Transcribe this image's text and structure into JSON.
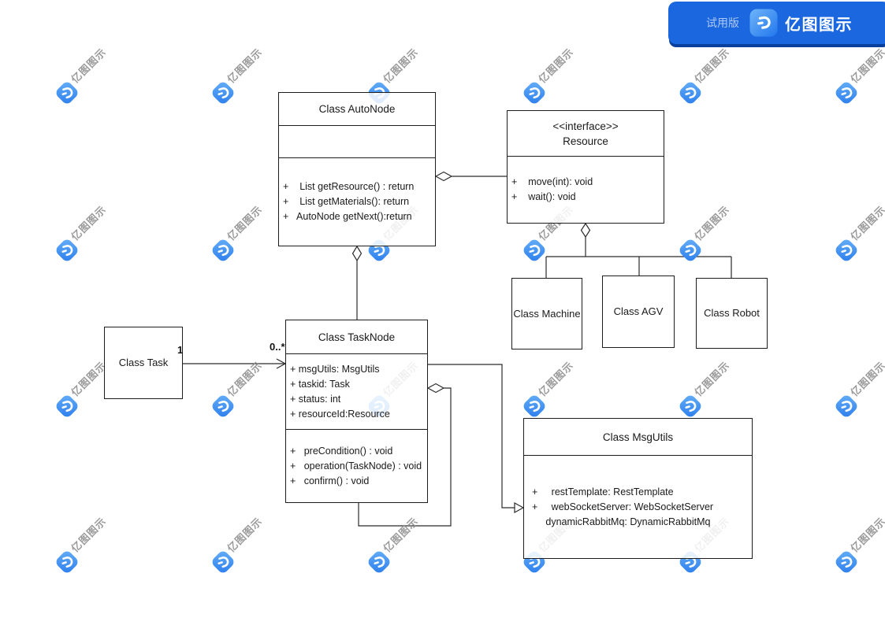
{
  "app": {
    "trial_badge": "试用版",
    "brand_name": "亿图图示"
  },
  "watermark": {
    "text": "亿图图示"
  },
  "diagram": {
    "classes": {
      "autonode": {
        "title": "Class AutoNode",
        "attributes": [],
        "methods": [
          "+    List getResource() : return",
          "+    List getMaterials(): return",
          "+   AutoNode getNext():return"
        ]
      },
      "resource": {
        "stereotype": "<<interface>>",
        "title": "Resource",
        "methods": [
          "+    move(int): void",
          "+    wait(): void"
        ]
      },
      "machine": {
        "title": "Class Machine"
      },
      "agv": {
        "title": "Class AGV"
      },
      "robot": {
        "title": "Class Robot"
      },
      "task": {
        "title": "Class Task"
      },
      "tasknode": {
        "title": "Class TaskNode",
        "attributes": [
          "+ msgUtils: MsgUtils",
          "+ taskid: Task",
          "+ status: int",
          "+ resourceId:Resource"
        ],
        "methods": [
          "+   preCondition() : void",
          "+   operation(TaskNode) : void",
          "+   confirm() : void"
        ]
      },
      "msgutils": {
        "title": "Class MsgUtils",
        "attributes": [
          "+     restTemplate: RestTemplate",
          "+     webSocketServer: WebSocketServer",
          "     dynamicRabbitMq: DynamicRabbitMq"
        ]
      }
    },
    "labels": {
      "task_end": "1",
      "tasknode_end": "0..*"
    },
    "relations": [
      {
        "type": "aggregation",
        "from": "Class AutoNode",
        "to": "Resource"
      },
      {
        "type": "aggregation",
        "from": "Class AutoNode",
        "to": "Class TaskNode"
      },
      {
        "type": "aggregation",
        "from": "Resource",
        "to": "Class Machine"
      },
      {
        "type": "aggregation",
        "from": "Resource",
        "to": "Class AGV"
      },
      {
        "type": "aggregation",
        "from": "Resource",
        "to": "Class Robot"
      },
      {
        "type": "association",
        "from": "Class Task",
        "to": "Class TaskNode",
        "multiplicity_from": "1",
        "multiplicity_to": "0..*"
      },
      {
        "type": "aggregation-self",
        "from": "Class TaskNode",
        "to": "Class TaskNode"
      },
      {
        "type": "association",
        "from": "Class TaskNode",
        "to": "Class MsgUtils"
      }
    ]
  },
  "colors": {
    "banner_blue": "#1A67E0",
    "banner_blue_dark": "#0A3F9E",
    "trial_text": "#AFC9F6",
    "logo_blue_light": "#66AFF8",
    "logo_blue": "#2B7DEE",
    "line": "#2b2b2b",
    "box_border": "#1d1d1d",
    "text": "#1a1a1a",
    "watermark_gray": "#8a8a8a"
  }
}
